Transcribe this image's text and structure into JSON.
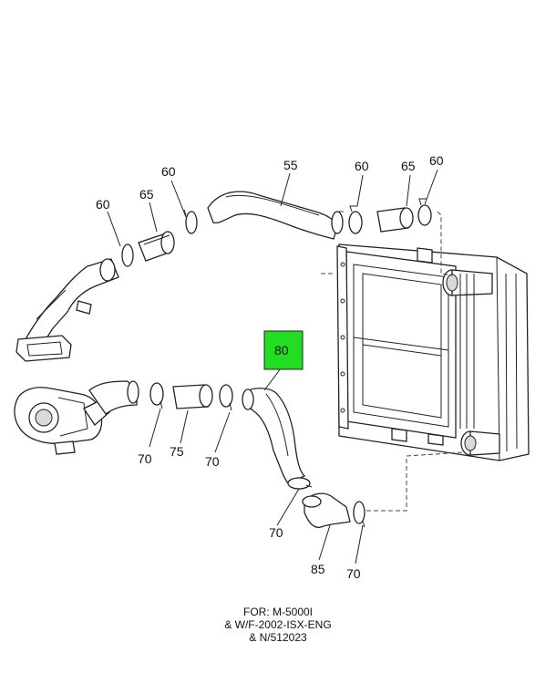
{
  "callouts": {
    "c55": "55",
    "c60_left": "60",
    "c65_left": "65",
    "c60_top": "60",
    "c60_mid": "60",
    "c65_right": "65",
    "c60_right": "60",
    "c80": "80",
    "c70_a": "70",
    "c75": "75",
    "c70_b": "70",
    "c70_c": "70",
    "c85": "85",
    "c70_d": "70"
  },
  "highlight_color": "#22dd22",
  "footer": {
    "line1": "FOR: M-5000I",
    "line2": "& W/F-2002-ISX-ENG",
    "line3": "& N/512023"
  }
}
